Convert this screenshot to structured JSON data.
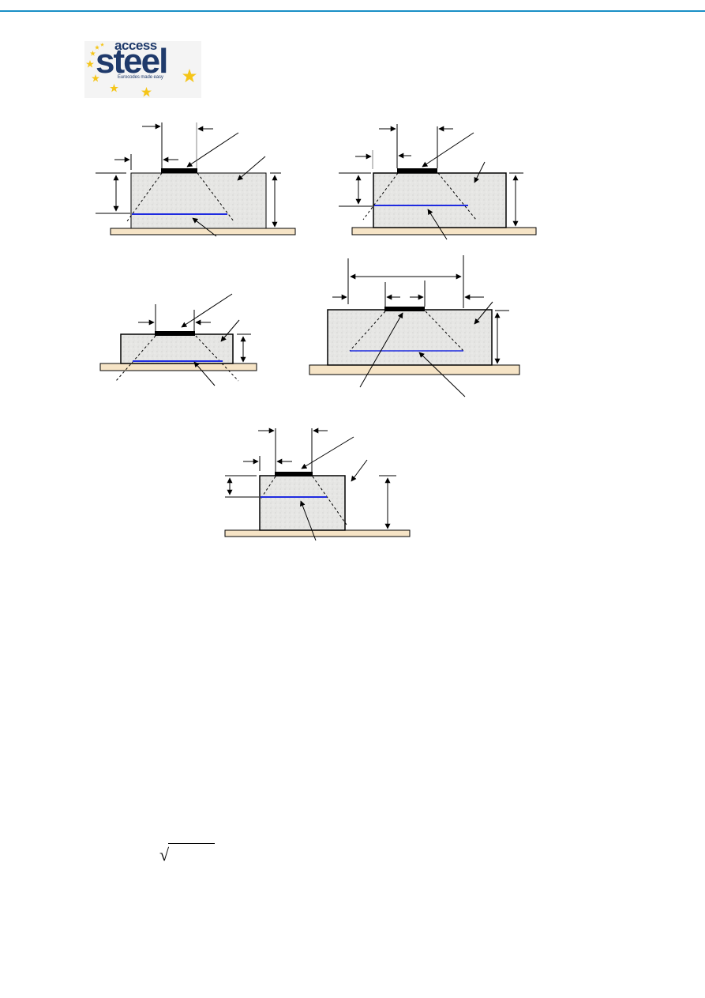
{
  "page": {
    "header_rule_color": "#1a8fc6",
    "background": "#ffffff"
  },
  "logo": {
    "top_word": "access",
    "main_word": "steel",
    "tagline": "Eurocodes made easy",
    "text_color": "#1f3a6b",
    "star_color": "#f5c518"
  },
  "diagrams": {
    "colors": {
      "concrete_fill": "#e6e6e4",
      "grout_base": "#f6e4c6",
      "bearing_plate": "#000000",
      "reinforcement_line": "#1f2be0",
      "dimension_line": "#000000"
    },
    "items": [
      {
        "id": "diagram-1",
        "description": "Block with plate near left edge, load dispersion dashed lines, blue reinforcement line"
      },
      {
        "id": "diagram-2",
        "description": "Block with plate near left edge, dispersion lines, blue reinforcement line"
      },
      {
        "id": "diagram-3",
        "description": "Shallow block with plate, reinforcement at base, dispersion lines extending below"
      },
      {
        "id": "diagram-4",
        "description": "Wide block with central plate, overall width dimension, reinforcement line"
      },
      {
        "id": "diagram-5",
        "description": "Narrow block with plate, reinforcement line, height dimensions"
      }
    ]
  },
  "formula": {
    "radical_symbol": "√"
  }
}
